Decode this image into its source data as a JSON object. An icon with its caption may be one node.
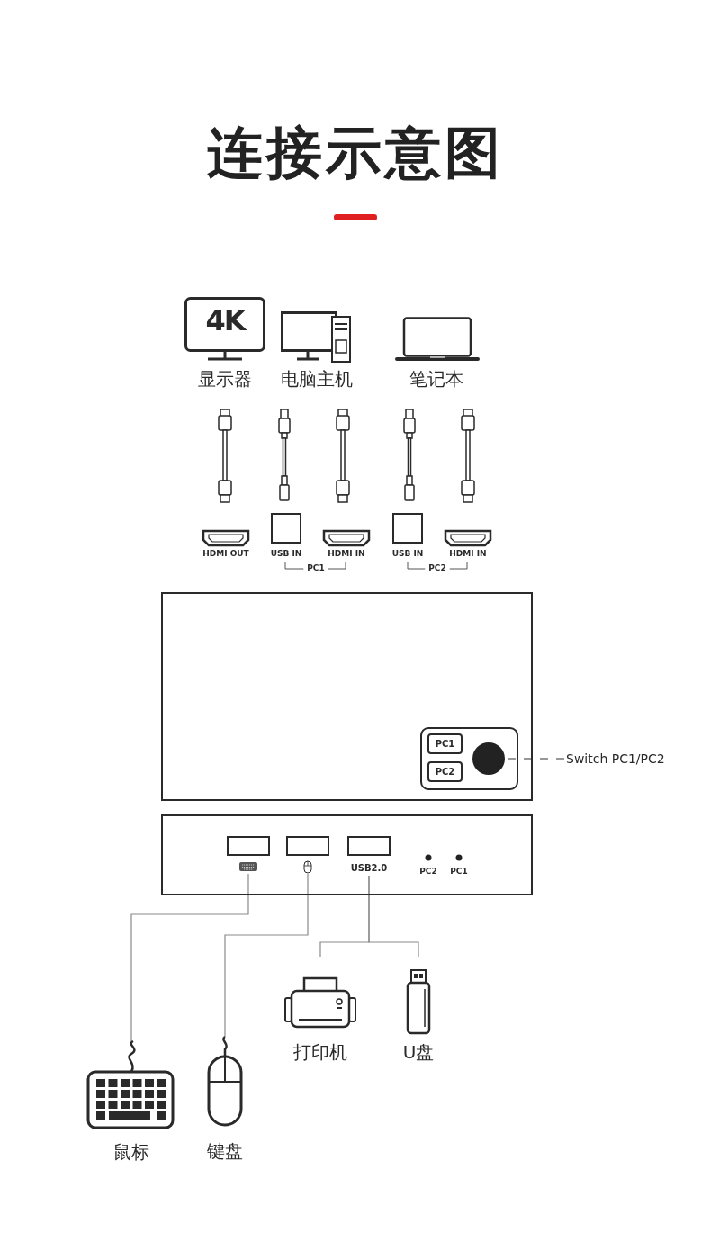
{
  "diagram": {
    "title": "连接示意图",
    "nodes": [
      {
        "text": [
          "4K",
          "显示器"
        ]
      },
      {
        "text": [
          "电脑主机"
        ]
      },
      {
        "text": [
          "笔记本"
        ]
      },
      {
        "text": [
          "HDMI OUT"
        ]
      },
      {
        "text": [
          "USB IN"
        ]
      },
      {
        "text": [
          "HDMI IN"
        ]
      },
      {
        "text": [
          "USB IN"
        ]
      },
      {
        "text": [
          "HDMI IN"
        ]
      },
      {
        "text": [],
        "shape": "box"
      },
      {
        "text": [],
        "shape": "box",
        "in": 8
      },
      {
        "text": [
          "PC1"
        ],
        "in": 9
      },
      {
        "text": [
          "PC2"
        ],
        "in": 9
      },
      {
        "text": [],
        "shape": "circle",
        "in": 9
      },
      {
        "text": [
          "Switch PC1/PC2"
        ]
      },
      {
        "text": [],
        "shape": "box"
      },
      {
        "text": [],
        "shape": "box",
        "in": 14
      },
      {
        "text": [],
        "shape": "box",
        "in": 14
      },
      {
        "text": [
          "USB2.0"
        ],
        "in": 14
      },
      {
        "text": [
          "鼠标"
        ]
      },
      {
        "text": [
          "键盘"
        ]
      },
      {
        "text": [
          "打印机"
        ]
      },
      {
        "text": [
          "U盘"
        ]
      }
    ],
    "edges": [
      {
        "from": 13,
        "to": 12,
        "arrow": "none",
        "style": "dashed",
        "color": "#333333"
      },
      {
        "from": 15,
        "to": 18,
        "arrow": "none"
      },
      {
        "from": 16,
        "to": 19,
        "arrow": "none"
      },
      {
        "from": 17,
        "to": 20,
        "arrow": "none"
      },
      {
        "from": 17,
        "to": 21,
        "arrow": "none"
      }
    ],
    "labels": [
      "PC1",
      "PC2",
      "PC2",
      "PC1"
    ]
  }
}
